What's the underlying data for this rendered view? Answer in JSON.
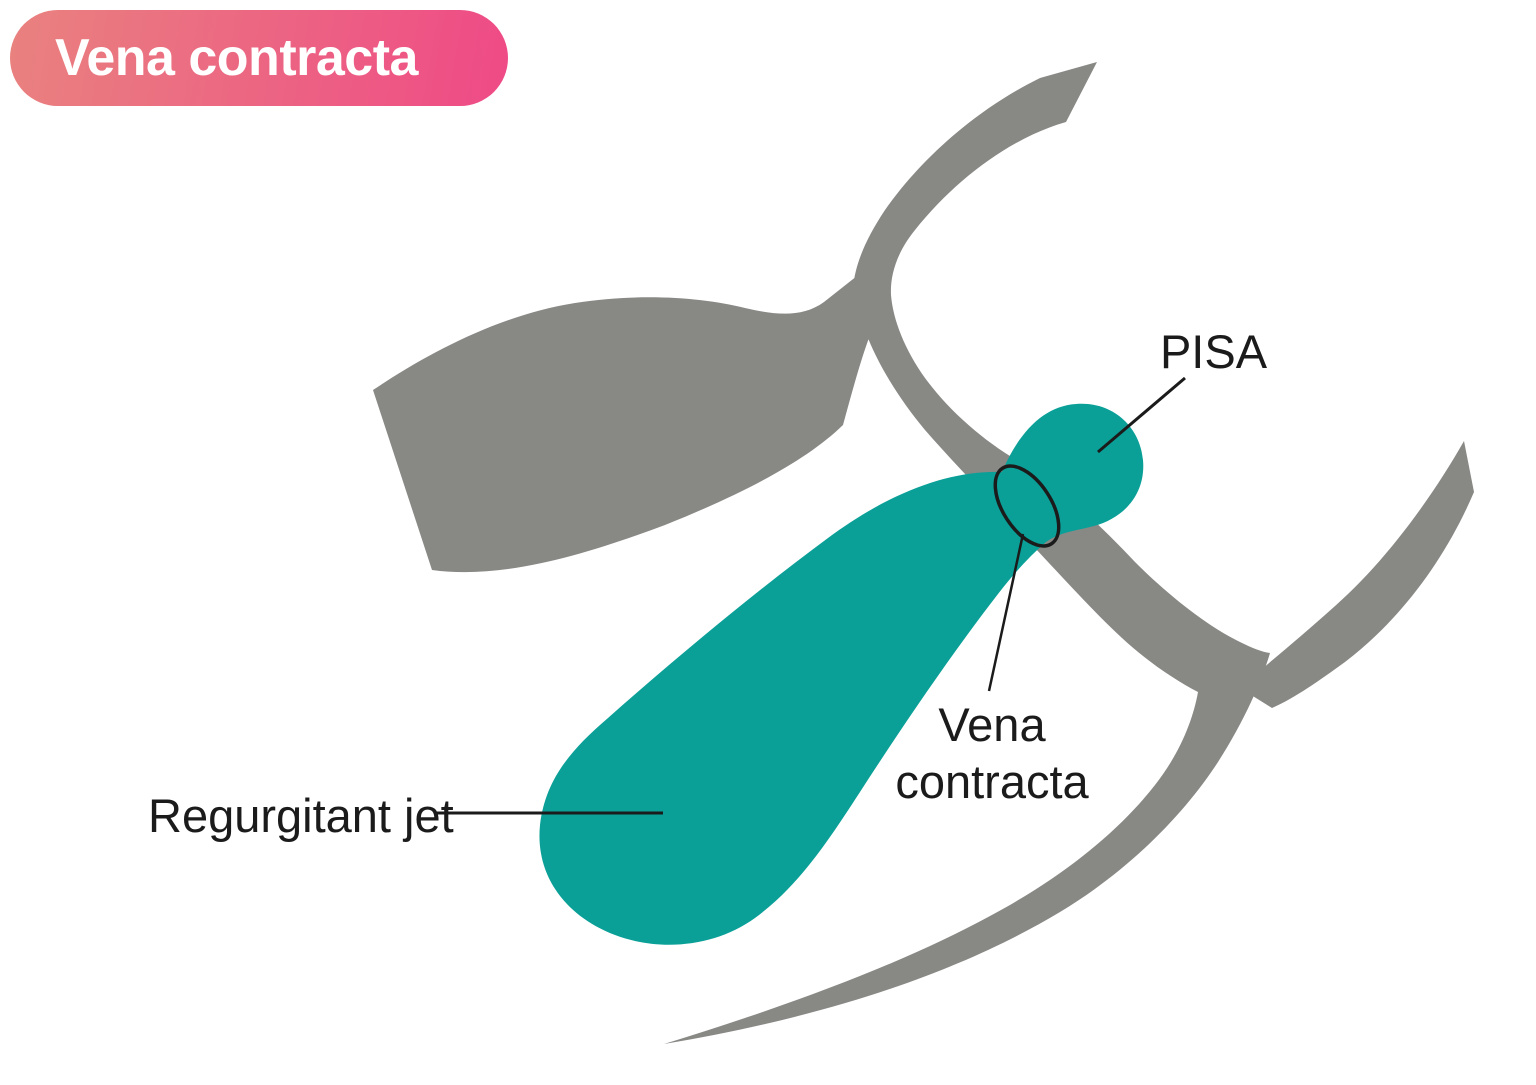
{
  "badge": {
    "label": "Vena contracta"
  },
  "annotations": {
    "pisa": {
      "label": "PISA"
    },
    "vena_contracta": {
      "label": "Vena contracta"
    },
    "regurgitant_jet": {
      "label": "Regurgitant jet"
    }
  },
  "colors": {
    "background": "#ffffff",
    "anatomy_gray": "#888885",
    "jet_teal": "#0aa098",
    "badge_gradient_start": "#e9827f",
    "badge_gradient_end": "#ef4a86",
    "badge_text": "#ffffff",
    "annotation_text": "#1b1b1b",
    "leader_line": "#1b1b1b",
    "ellipse_outline": "#1b1b1b"
  }
}
